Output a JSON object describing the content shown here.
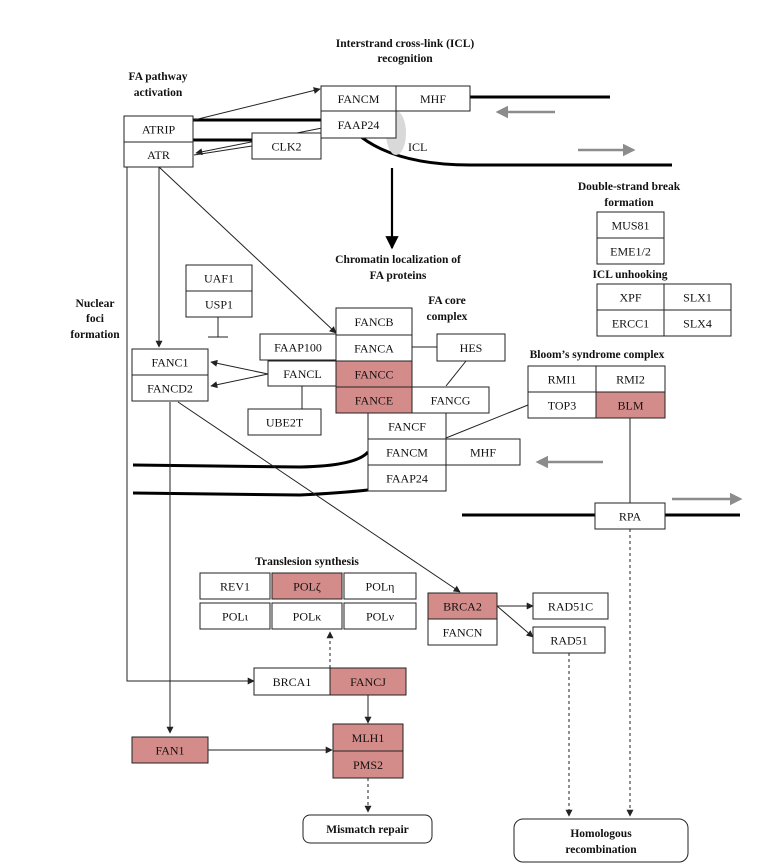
{
  "colors": {
    "highlight": "#d48c8a",
    "normal": "#ffffff",
    "stroke": "#222222",
    "icl_oval": "#d9d9d9",
    "strand_arrow": "#8c8c8c"
  },
  "headers": {
    "icl_recognition": [
      "Interstrand cross-link (ICL)",
      "recognition"
    ],
    "fa_activation": [
      "FA pathway",
      "activation"
    ],
    "dsb_formation": [
      "Double-strand break",
      "formation"
    ],
    "icl_unhooking": [
      "ICL unhooking"
    ],
    "chromatin_localization": [
      "Chromatin localization of",
      "FA proteins"
    ],
    "nuclear_foci": [
      "Nuclear",
      "foci",
      "formation"
    ],
    "fa_core": [
      "FA core",
      "complex"
    ],
    "bloom": [
      "Bloom’s syndrome complex"
    ],
    "tls": [
      "Translesion synthesis"
    ]
  },
  "labels": {
    "icl": "ICL"
  },
  "genes": {
    "fancm_top": "FANCM",
    "mhf_top": "MHF",
    "faap24_top": "FAAP24",
    "atrip": "ATRIP",
    "atr": "ATR",
    "clk2": "CLK2",
    "mus81": "MUS81",
    "eme1": "EME1/2",
    "xpf": "XPF",
    "slx1": "SLX1",
    "ercc1": "ERCC1",
    "slx4": "SLX4",
    "uaf1": "UAF1",
    "usp1": "USP1",
    "fancb": "FANCB",
    "faap100": "FAAP100",
    "fanca": "FANCA",
    "hes": "HES",
    "fancl": "FANCL",
    "fancc": "FANCC",
    "fance": "FANCE",
    "fancg": "FANCG",
    "ube2t": "UBE2T",
    "fanci": "FANC1",
    "fancd2": "FANCD2",
    "fancf": "FANCF",
    "fancm_mid": "FANCM",
    "mhf_mid": "MHF",
    "faap24_mid": "FAAP24",
    "rmi1": "RMI1",
    "rmi2": "RMI2",
    "top3": "TOP3",
    "blm": "BLM",
    "rpa": "RPA",
    "rev1": "REV1",
    "polz": "POLζ",
    "poleta": "POLη",
    "poliota": "POLι",
    "polkappa": "POLκ",
    "polnu": "POLν",
    "brca2": "BRCA2",
    "fancn": "FANCN",
    "rad51c": "RAD51C",
    "rad51": "RAD51",
    "brca1": "BRCA1",
    "fancj": "FANCJ",
    "fan1": "FAN1",
    "mlh1": "MLH1",
    "pms2": "PMS2"
  },
  "outcomes": {
    "mismatch": [
      "Mismatch repair"
    ],
    "homologous": [
      "Homologous",
      "recombination"
    ]
  },
  "highlighted": [
    "fancc",
    "fance",
    "blm",
    "polz",
    "brca2",
    "fancj",
    "fan1",
    "mlh1",
    "pms2"
  ]
}
